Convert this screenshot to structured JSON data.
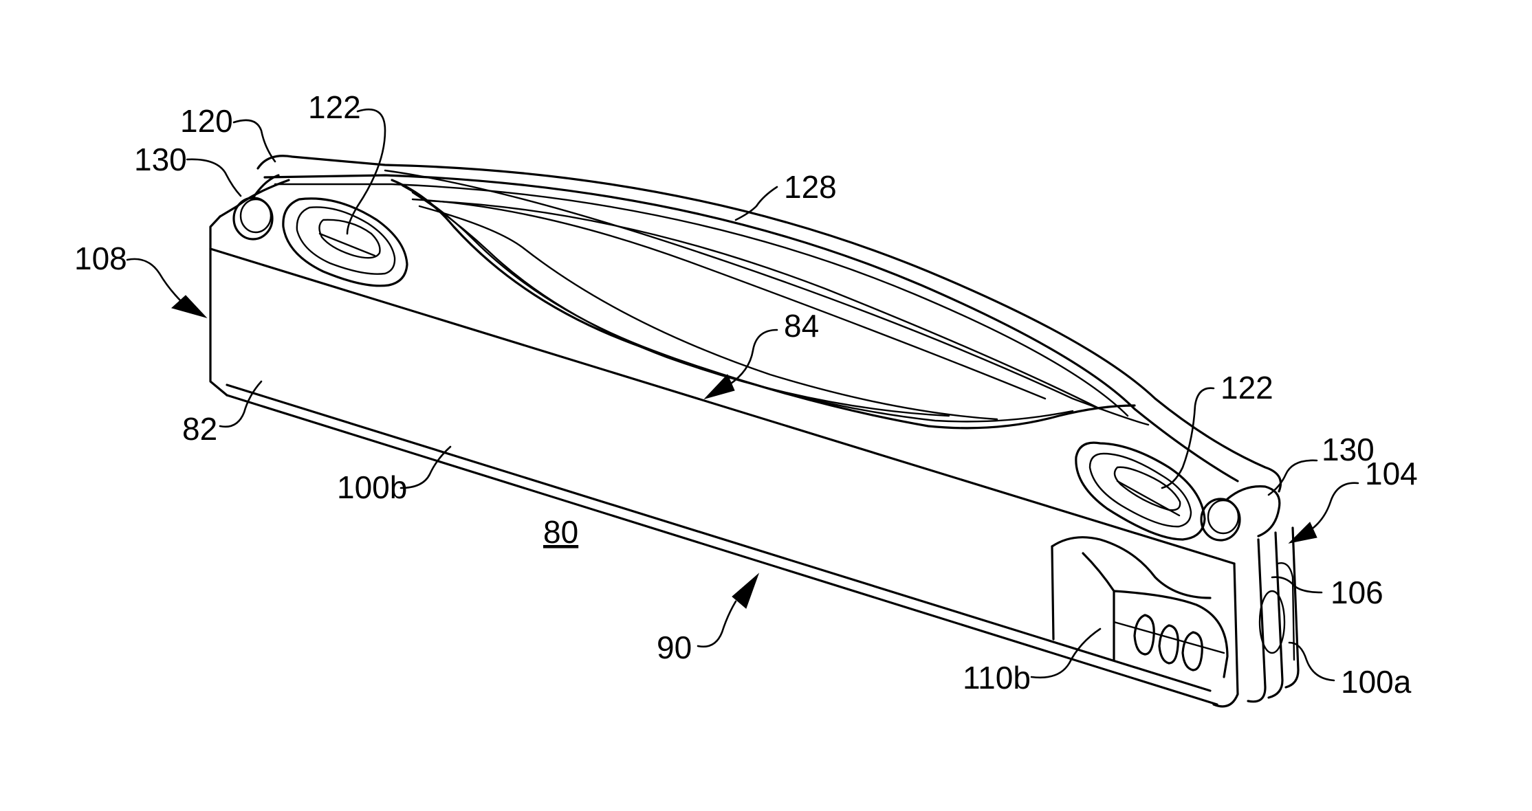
{
  "figure": {
    "labels": {
      "ref_80": "80",
      "ref_82": "82",
      "ref_84": "84",
      "ref_90": "90",
      "ref_100a": "100a",
      "ref_100b": "100b",
      "ref_104": "104",
      "ref_106": "106",
      "ref_108": "108",
      "ref_110b": "110b",
      "ref_120": "120",
      "ref_122_left": "122",
      "ref_122_right": "122",
      "ref_128": "128",
      "ref_130_left": "130",
      "ref_130_right": "130"
    }
  }
}
